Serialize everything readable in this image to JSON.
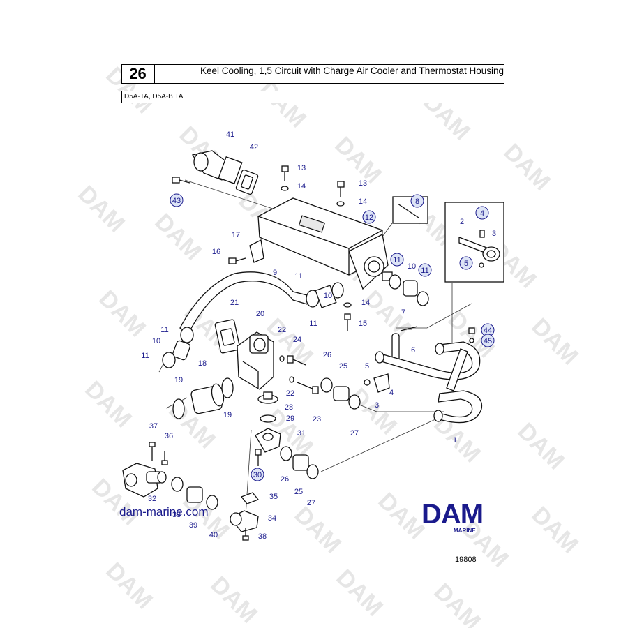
{
  "header": {
    "page_number": "26",
    "title": "Keel Cooling, 1,5 Circuit with Charge Air Cooler and Thermostat Housing",
    "models": "D5A-TA, D5A-B TA"
  },
  "watermark": {
    "text": "DAM"
  },
  "callouts": [
    {
      "text": "41",
      "circled": false
    },
    {
      "text": "42",
      "circled": false
    },
    {
      "text": "13",
      "circled": false
    },
    {
      "text": "14",
      "circled": false
    },
    {
      "text": "13",
      "circled": false
    },
    {
      "text": "14",
      "circled": false
    },
    {
      "text": "43",
      "circled": true
    },
    {
      "text": "8",
      "circled": true
    },
    {
      "text": "12",
      "circled": true
    },
    {
      "text": "17",
      "circled": false
    },
    {
      "text": "16",
      "circled": false
    },
    {
      "text": "9",
      "circled": false
    },
    {
      "text": "11",
      "circled": true
    },
    {
      "text": "10",
      "circled": false
    },
    {
      "text": "11",
      "circled": true
    },
    {
      "text": "2",
      "circled": false
    },
    {
      "text": "4",
      "circled": true
    },
    {
      "text": "3",
      "circled": false
    },
    {
      "text": "5",
      "circled": true
    },
    {
      "text": "11",
      "circled": false
    },
    {
      "text": "10",
      "circled": false
    },
    {
      "text": "11",
      "circled": false
    },
    {
      "text": "14",
      "circled": false
    },
    {
      "text": "15",
      "circled": false
    },
    {
      "text": "21",
      "circled": false
    },
    {
      "text": "20",
      "circled": false
    },
    {
      "text": "11",
      "circled": false
    },
    {
      "text": "10",
      "circled": false
    },
    {
      "text": "11",
      "circled": false
    },
    {
      "text": "22",
      "circled": false
    },
    {
      "text": "24",
      "circled": false
    },
    {
      "text": "7",
      "circled": false
    },
    {
      "text": "6",
      "circled": false
    },
    {
      "text": "44",
      "circled": true
    },
    {
      "text": "45",
      "circled": true
    },
    {
      "text": "18",
      "circled": false
    },
    {
      "text": "19",
      "circled": false
    },
    {
      "text": "19",
      "circled": false
    },
    {
      "text": "26",
      "circled": false
    },
    {
      "text": "25",
      "circled": false
    },
    {
      "text": "5",
      "circled": false
    },
    {
      "text": "4",
      "circled": false
    },
    {
      "text": "3",
      "circled": false
    },
    {
      "text": "22",
      "circled": false
    },
    {
      "text": "28",
      "circled": false
    },
    {
      "text": "29",
      "circled": false
    },
    {
      "text": "23",
      "circled": false
    },
    {
      "text": "27",
      "circled": false
    },
    {
      "text": "31",
      "circled": false
    },
    {
      "text": "37",
      "circled": false
    },
    {
      "text": "36",
      "circled": false
    },
    {
      "text": "1",
      "circled": false
    },
    {
      "text": "30",
      "circled": true
    },
    {
      "text": "26",
      "circled": false
    },
    {
      "text": "32",
      "circled": false
    },
    {
      "text": "25",
      "circled": false
    },
    {
      "text": "35",
      "circled": false
    },
    {
      "text": "27",
      "circled": false
    },
    {
      "text": "33",
      "circled": false
    },
    {
      "text": "39",
      "circled": false
    },
    {
      "text": "40",
      "circled": false
    },
    {
      "text": "34",
      "circled": false
    },
    {
      "text": "38",
      "circled": false
    }
  ],
  "footer": {
    "website": "dam-marine.com",
    "logo": "DAM",
    "logo_sub": "MARINE",
    "drawing_code": "19808"
  },
  "colors": {
    "callout": "#1a1a8c",
    "logo": "#1a1a8c",
    "watermark": "#e6e6e6",
    "line": "#111111"
  }
}
